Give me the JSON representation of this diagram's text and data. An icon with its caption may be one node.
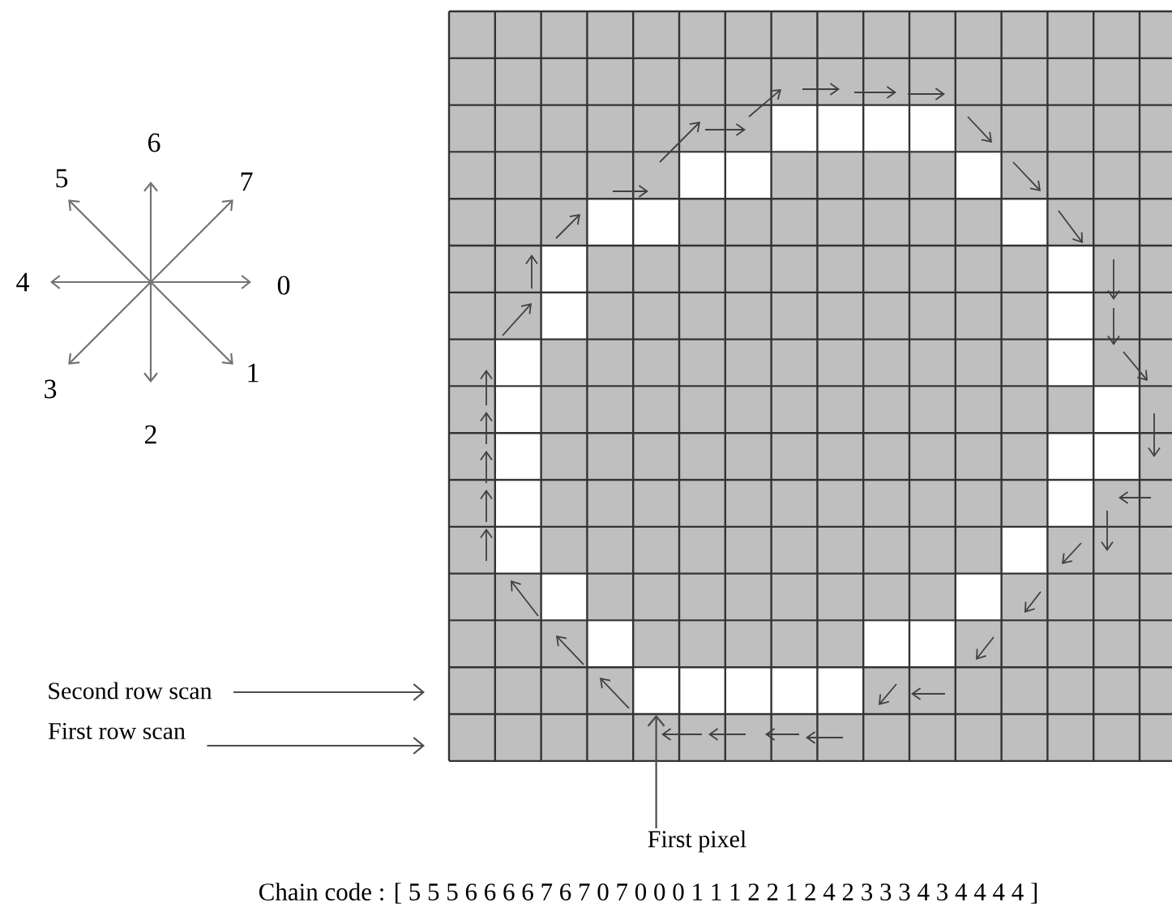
{
  "diagram": {
    "nodes": [
      {
        "text": [
          "Second row scan"
        ]
      },
      {
        "text": [
          "First row scan"
        ]
      },
      {
        "text": [
          "First pixel"
        ]
      },
      {
        "text": [],
        "shape": "box"
      }
    ],
    "edges": [
      {
        "from": 0,
        "to": null,
        "arrow": "to"
      },
      {
        "from": 1,
        "to": null,
        "arrow": "to"
      },
      {
        "from": 2,
        "to": 3,
        "arrow": "to"
      }
    ],
    "labels": [
      "6",
      "5",
      "7",
      "4",
      "0",
      "1",
      "3",
      "2",
      "Chain code : [ 5 5 5 6 6 6 6 7 6 7 0 7 0 0 0 1 1 1 2 2 1 2 4 2 3 3 3 4 3 4 4 4 4 ]"
    ]
  }
}
